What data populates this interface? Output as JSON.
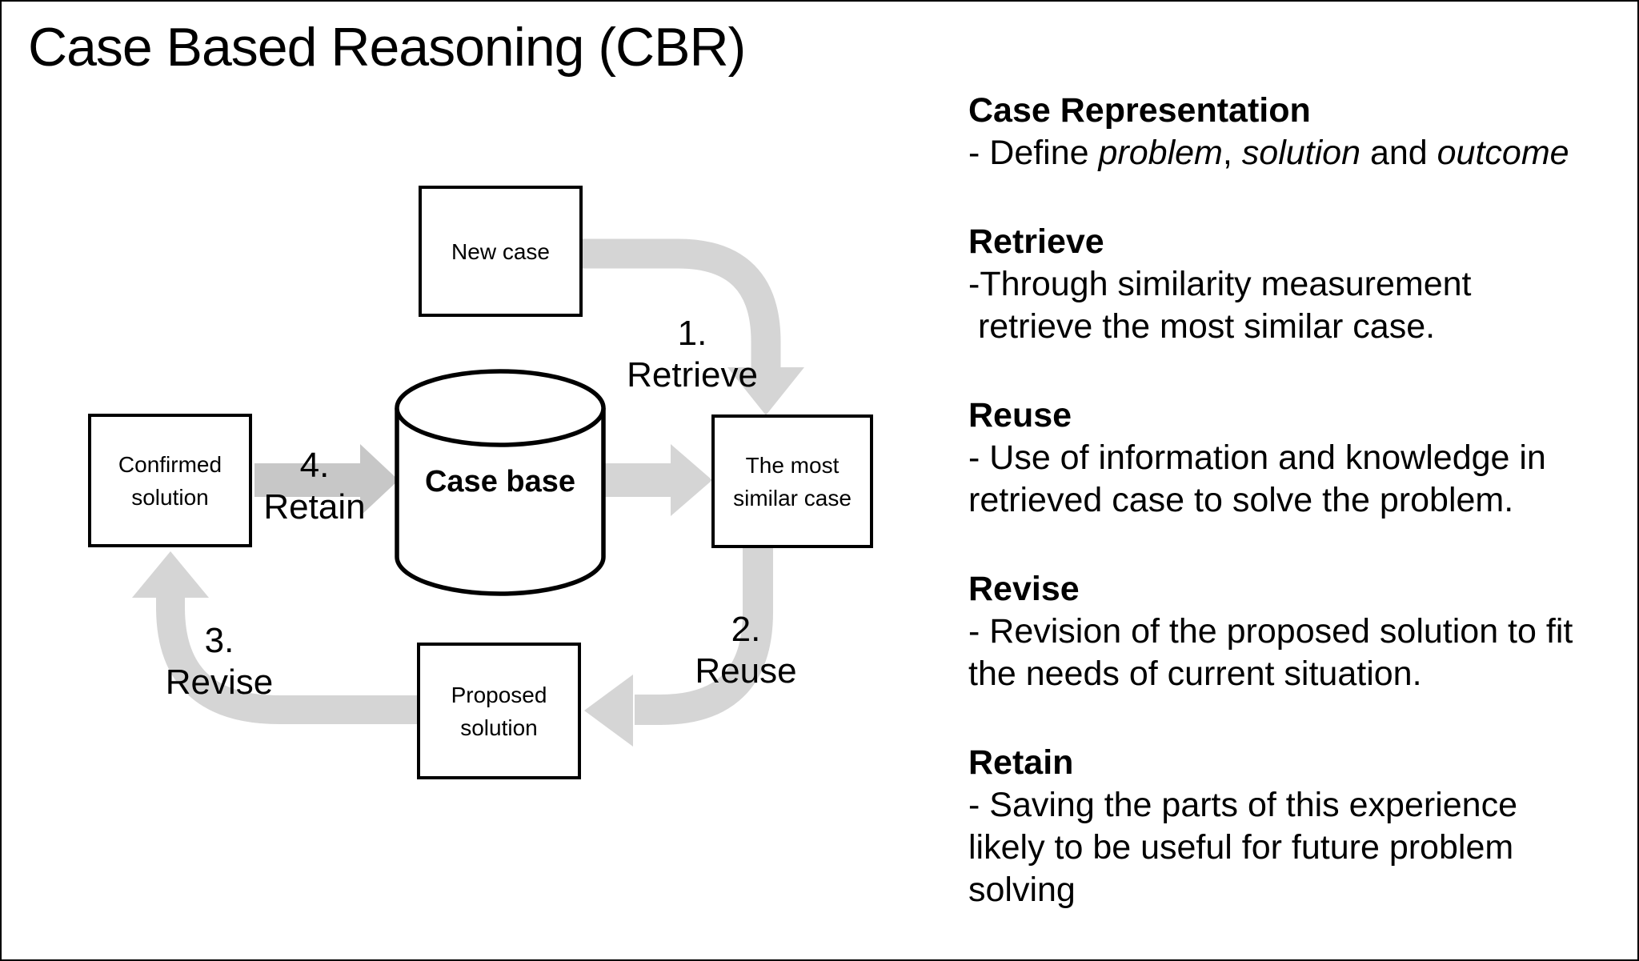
{
  "title": "Case Based Reasoning (CBR)",
  "diagram": {
    "nodes": {
      "new_case": {
        "label": "New case"
      },
      "case_base": {
        "line1": "Case",
        "line2": "base"
      },
      "confirmed_solution": {
        "line1": "Confirmed",
        "line2": "solution"
      },
      "most_similar_case": {
        "line1": "The most",
        "line2": "similar case"
      },
      "proposed_solution": {
        "line1": "Proposed",
        "line2": "solution"
      }
    },
    "steps": {
      "retrieve": {
        "number": "1.",
        "label": "Retrieve"
      },
      "reuse": {
        "number": "2.",
        "label": "Reuse"
      },
      "revise": {
        "number": "3.",
        "label": "Revise"
      },
      "retain": {
        "number": "4.",
        "label": "Retain"
      }
    },
    "colors": {
      "arrow": "#d5d5d5",
      "retain_arrow": "#c7c7c7",
      "outline": "#000000",
      "box_background": "#ffffff"
    }
  },
  "notes": {
    "case_representation": {
      "heading": "Case Representation",
      "define_prefix": "- Define ",
      "term1": "problem",
      "sep1": ", ",
      "term2": "solution",
      "sep2": " and ",
      "term3": "outcome"
    },
    "retrieve": {
      "heading": "Retrieve",
      "line1": "-Through similarity measurement",
      "line2": " retrieve the most similar case."
    },
    "reuse": {
      "heading": "Reuse",
      "line1": "- Use of information and knowledge in",
      "line2": "retrieved case to solve the problem."
    },
    "revise": {
      "heading": "Revise",
      "line1": "- Revision of the proposed solution to fit",
      "line2": "the needs of current situation."
    },
    "retain": {
      "heading": "Retain",
      "line1": "- Saving the parts of this experience",
      "line2": "likely to be useful for future problem",
      "line3": "solving"
    }
  }
}
